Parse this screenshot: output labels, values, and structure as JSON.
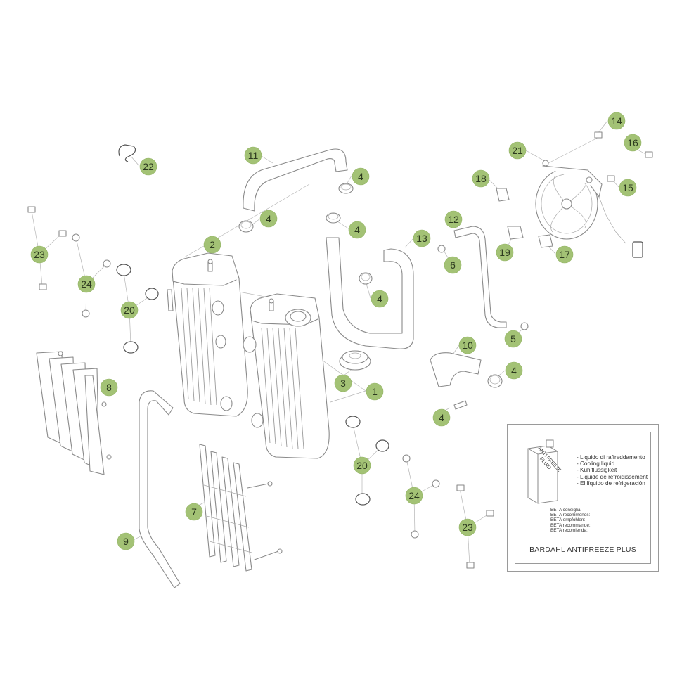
{
  "callouts": [
    "1",
    "2",
    "3",
    "4",
    "4",
    "4",
    "4",
    "4",
    "4",
    "5",
    "6",
    "7",
    "8",
    "9",
    "10",
    "11",
    "12",
    "13",
    "14",
    "15",
    "16",
    "17",
    "18",
    "19",
    "20",
    "20",
    "21",
    "22",
    "23",
    "23",
    "24",
    "24"
  ],
  "legend": {
    "can_label": "ANTI FREEZE FLUID",
    "fluid_items": [
      "- Liquido di raffreddamento",
      "- Cooling liquid",
      "- Kühlflüssigkeit",
      "- Liquide de refroidissement",
      "- El líquido de refrigeración"
    ],
    "recommend_items": [
      "BETA consiglia:",
      "BETA recommends:",
      "BETA empfohlen:",
      "BETA recommandé:",
      "BETA recomienda:"
    ],
    "product": "BARDAHL ANTIFREEZE PLUS"
  },
  "colors": {
    "badge_fill": "#a3c275",
    "badge_text": "#2d3a1f",
    "line_art": "#8a8a8a",
    "background": "#ffffff"
  }
}
